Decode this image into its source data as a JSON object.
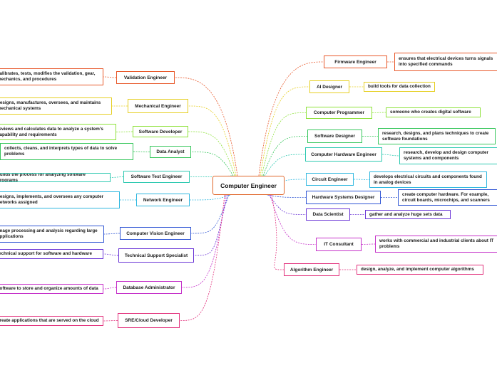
{
  "center": "Computer Engineer",
  "right": [
    {
      "role": "Firmware Engineer",
      "desc": "ensures that electrical devices turns signals into specified commands",
      "color": "#e8582a"
    },
    {
      "role": "AI Designer",
      "desc": "build tools for data collection",
      "color": "#e6cf22"
    },
    {
      "role": "Computer Programmer",
      "desc": "someone who creates digital software",
      "color": "#8ee23a"
    },
    {
      "role": "Software Designer",
      "desc": "research, designs, and plans techniques to create software foundations",
      "color": "#38c75d"
    },
    {
      "role": "Computer Hardware Engineer",
      "desc": "research, develop and design computer systems and components",
      "color": "#2fc9b1"
    },
    {
      "role": "Circuit Engineer",
      "desc": "develops electrical circuits and components found in analog devices",
      "color": "#30b8e0"
    },
    {
      "role": "Hardware Systems Designer",
      "desc": "create computer hardware. For example, circuit boards, microchips, and scanners",
      "color": "#2f55d4"
    },
    {
      "role": "Data Scientist",
      "desc": "gather and analyze huge sets data",
      "color": "#6a34d6"
    },
    {
      "role": "IT Consultant",
      "desc": "works with commercial and industrial clients about IT problems",
      "color": "#c531c9"
    },
    {
      "role": "Algorithm Engineer",
      "desc": "design, analyze, and implement computer algorithms",
      "color": "#e2317c"
    }
  ],
  "left": [
    {
      "role": "Validation Engineer",
      "desc": "calibrates, tests, modifies the validation, gear, mechanics, and procedures",
      "color": "#e8582a"
    },
    {
      "role": "Mechanical Engineer",
      "desc": "designs, manufactures, oversees, and maintains mechanical systems",
      "color": "#e6cf22"
    },
    {
      "role": "Software Developer",
      "desc": "reviews and calculates data to analyze a system's capability and requirements",
      "color": "#8ee23a"
    },
    {
      "role": "Data Analyst",
      "desc": "collects, cleans, and interprets types of data to solve problems",
      "color": "#38c75d"
    },
    {
      "role": "Software Test Engineer",
      "desc": "builds the process for analyzing software programs",
      "color": "#2fc9b1"
    },
    {
      "role": "Network Engineer",
      "desc": "designs, implements, and oversees any computer networks assigned",
      "color": "#30b8e0"
    },
    {
      "role": "Computer Vision Engineer",
      "desc": "image processing and analysis regarding large applications",
      "color": "#2f55d4"
    },
    {
      "role": "Technical Support Specialist",
      "desc": "technical support for software and hardware",
      "color": "#6a34d6"
    },
    {
      "role": "Database Administrator",
      "desc": "software to store and organize amounts of data",
      "color": "#c531c9"
    },
    {
      "role": "SRE/Cloud Developer",
      "desc": "create applications that are served on the cloud",
      "color": "#e2317c"
    }
  ]
}
